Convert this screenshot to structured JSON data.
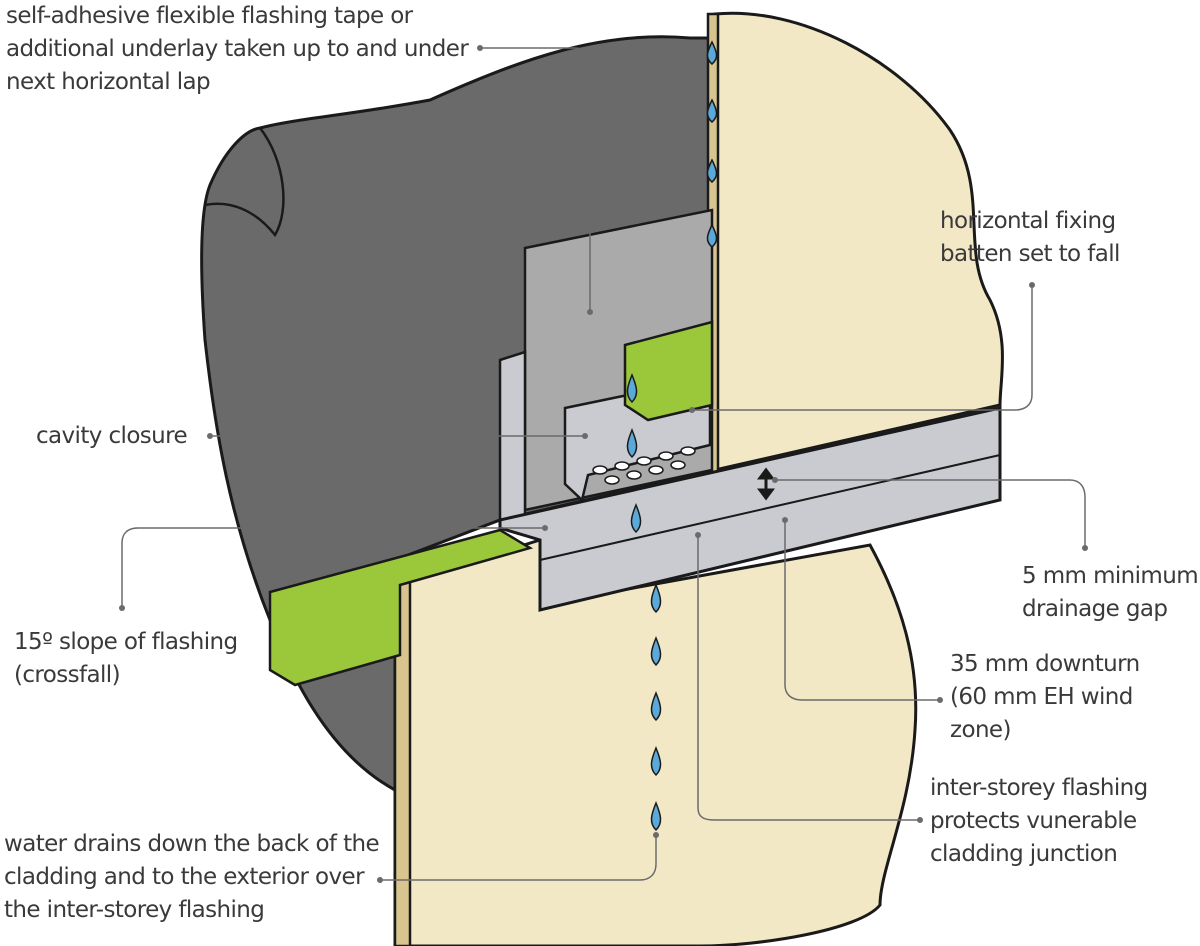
{
  "labels": {
    "tape": [
      "self-adhesive flexible flashing tape or",
      "additional underlay taken up to and under",
      "next horizontal lap"
    ],
    "batten": [
      "horizontal fixing",
      "batten set to fall"
    ],
    "closure": [
      "cavity closure"
    ],
    "gap": [
      "5 mm minimum",
      "drainage gap"
    ],
    "slope": [
      "15º slope of flashing",
      "(crossfall)"
    ],
    "downturn": [
      "35 mm downturn",
      "(60 mm EH wind",
      "zone)"
    ],
    "interstorey": [
      "inter-storey flashing",
      "protects vunerable",
      "cladding junction"
    ],
    "drains": [
      "water drains down the back of the",
      "cladding and to the exterior over",
      "the inter-storey flashing"
    ]
  },
  "icons": [
    "water-drop-icon",
    "double-arrow-icon"
  ],
  "colors": {
    "wall": "#6a6a6b",
    "cladding": "#f3e8c6",
    "cladding_edge": "#d8c48e",
    "underlay": "#aaaaab",
    "flashing": "#c9cbd0",
    "batten": "#9bc73a",
    "water": "#5aa9d8",
    "leader": "#6b6b6b",
    "outline": "#1a1a1a"
  }
}
